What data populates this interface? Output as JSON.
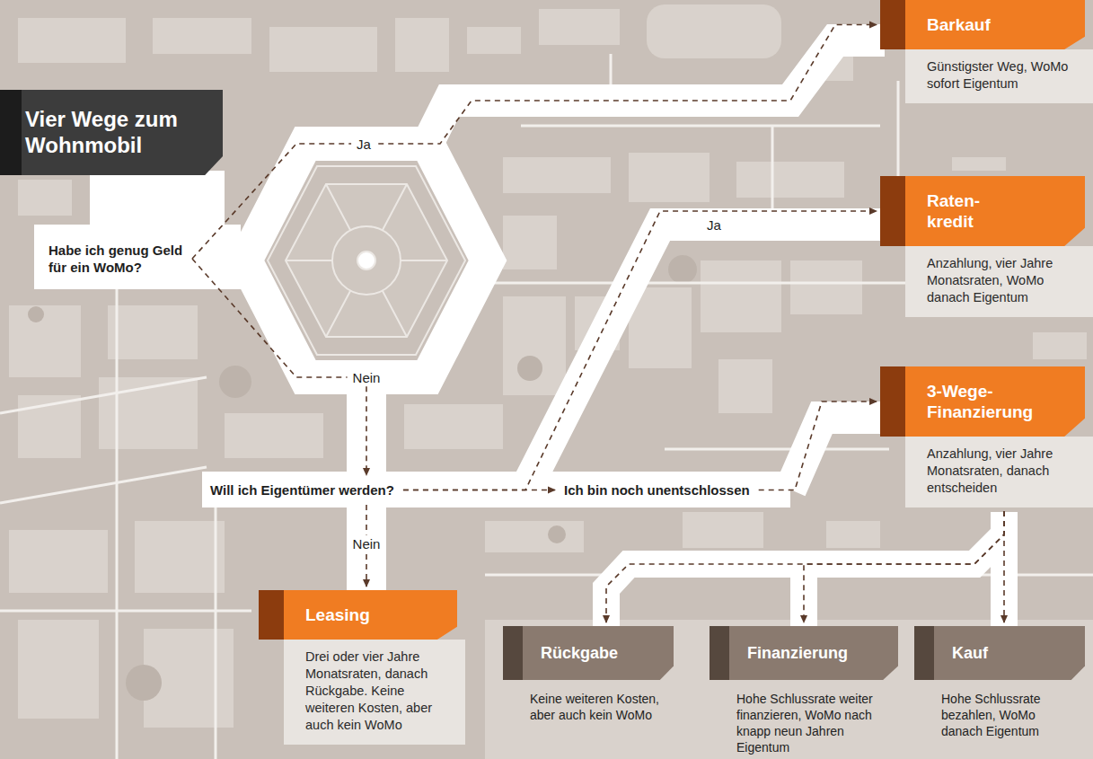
{
  "diagram": {
    "title": "Vier Wege zum Wohnmobil",
    "nodes": [
      {
        "text": [
          "Habe ich genug Geld für ein WoMo?"
        ]
      },
      {
        "text": [
          "Barkauf",
          "Günstigster Weg, WoMo sofort Eigentum"
        ]
      },
      {
        "text": [
          "Raten- kredit",
          "Anzahlung, vier Jahre Monatsraten, WoMo danach Eigentum"
        ]
      },
      {
        "text": [
          "3-Wege- Finanzierung",
          "Anzahlung, vier Jahre Monatsraten, danach entscheiden"
        ]
      },
      {
        "text": [
          "Will ich Eigentümer werden?"
        ]
      },
      {
        "text": [
          "Ich bin noch unentschlossen"
        ]
      },
      {
        "text": [
          "Leasing",
          "Drei oder vier Jahre Monatsraten, danach Rückgabe. Keine weiteren Kosten, aber auch kein WoMo"
        ]
      },
      {
        "text": [
          "Rückgabe",
          "Keine weiteren Kosten, aber auch kein WoMo"
        ]
      },
      {
        "text": [
          "Finanzierung",
          "Hohe Schlussrate weiter finanzieren, WoMo nach knapp neun Jahren Eigentum"
        ]
      },
      {
        "text": [
          "Kauf",
          "Hohe Schlussrate bezahlen, WoMo danach Eigentum"
        ]
      }
    ],
    "edges": [
      {
        "from": 0,
        "to": 1,
        "label": "Ja",
        "arrow": "to"
      },
      {
        "from": 0,
        "to": 4,
        "label": "Nein",
        "arrow": "to"
      },
      {
        "from": 4,
        "to": 2,
        "label": "Ja",
        "arrow": "to"
      },
      {
        "from": 4,
        "to": 5,
        "arrow": "to"
      },
      {
        "from": 5,
        "to": 3,
        "arrow": "to"
      },
      {
        "from": 4,
        "to": 6,
        "label": "Nein",
        "arrow": "to"
      },
      {
        "from": 3,
        "to": 7,
        "arrow": "to"
      },
      {
        "from": 3,
        "to": 8,
        "arrow": "to"
      },
      {
        "from": 3,
        "to": 9,
        "arrow": "to"
      }
    ]
  }
}
